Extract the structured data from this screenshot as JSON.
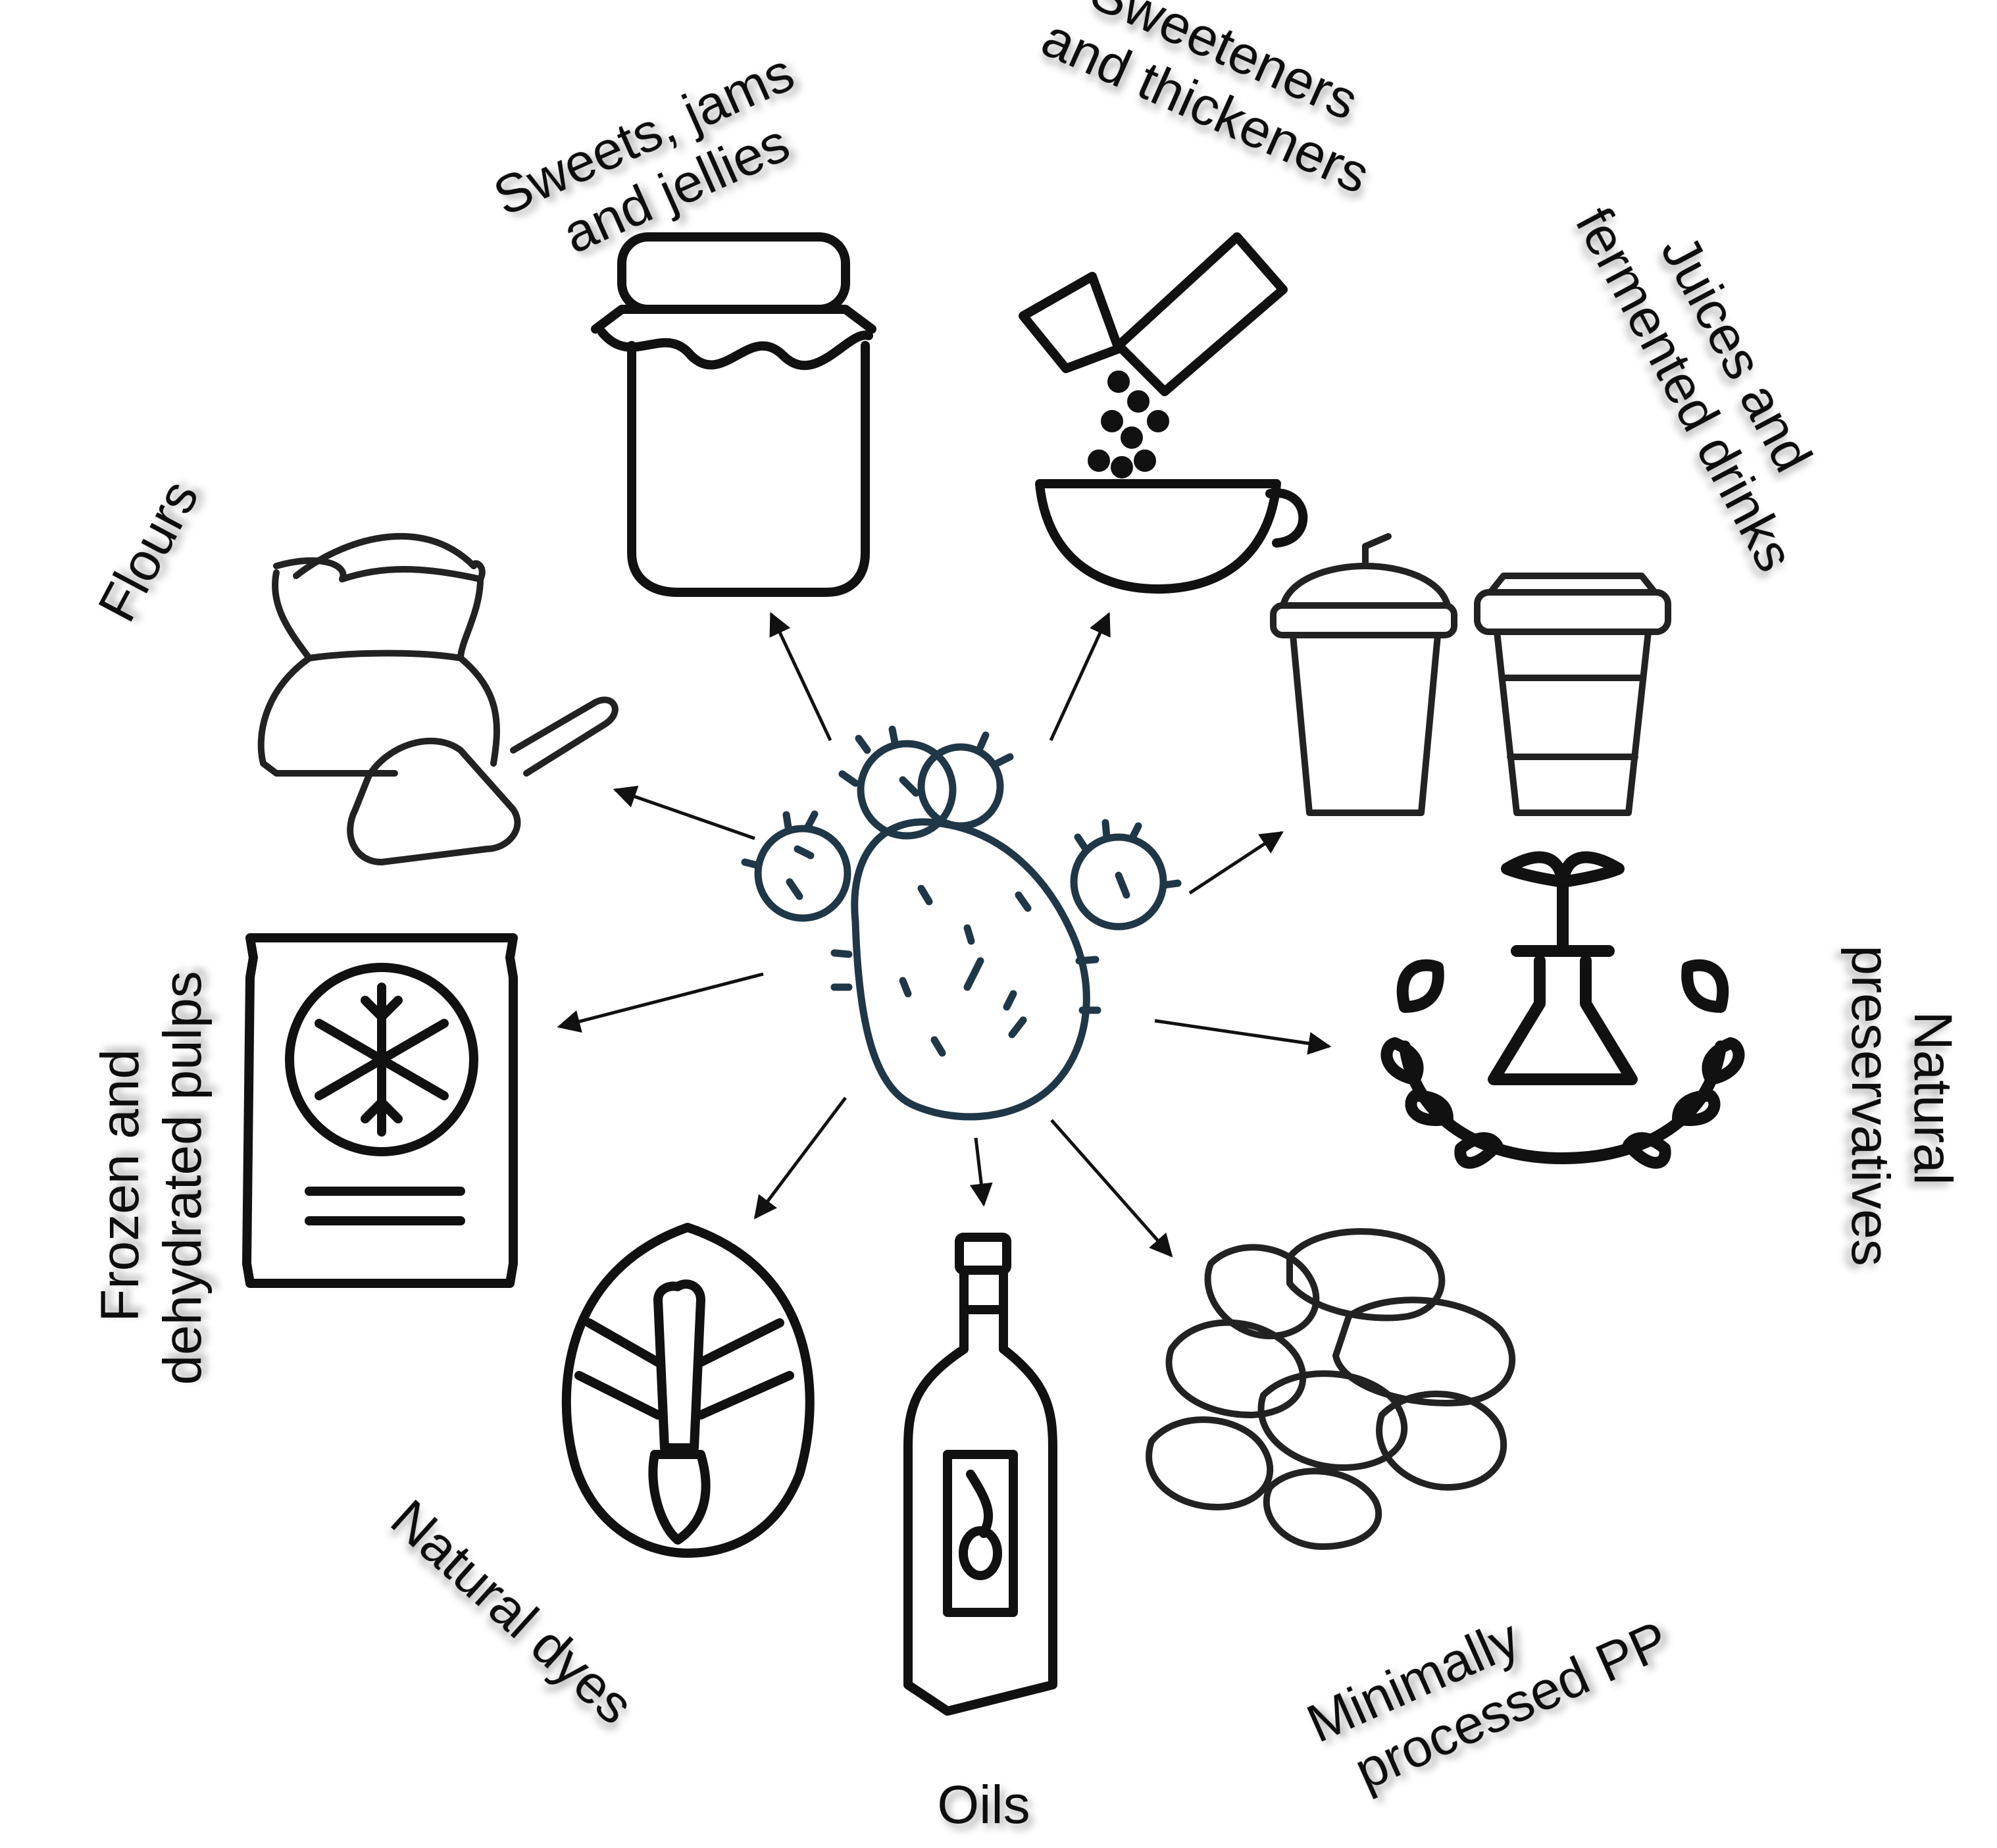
{
  "center": {
    "icon": "prickly-pear-cactus-icon"
  },
  "labels": {
    "sweets": [
      "Sweets, jams",
      "and jellies"
    ],
    "sweeteners": [
      "Sweeteners",
      "and thickeners"
    ],
    "juices": [
      "Juices and",
      "fermented drinks"
    ],
    "preservatives": [
      "Natural",
      "preservatives"
    ],
    "minimal": [
      "Minimally",
      "processed PP"
    ],
    "oils": "Oils",
    "dyes": "Natural dyes",
    "frozen": [
      "Frozen and",
      "dehydrated pulps"
    ],
    "flours": "Flours"
  },
  "icons": {
    "sweets": "jam-jar-icon",
    "sweeteners": "sugar-sachet-cup-icon",
    "juices": "drink-cups-icon",
    "preservatives": "flask-laurel-icon",
    "minimal": "dried-fruit-pieces-icon",
    "oils": "oil-bottle-icon",
    "dyes": "leaf-brush-icon",
    "frozen": "frozen-bag-icon",
    "flours": "flour-sack-scoop-icon"
  }
}
